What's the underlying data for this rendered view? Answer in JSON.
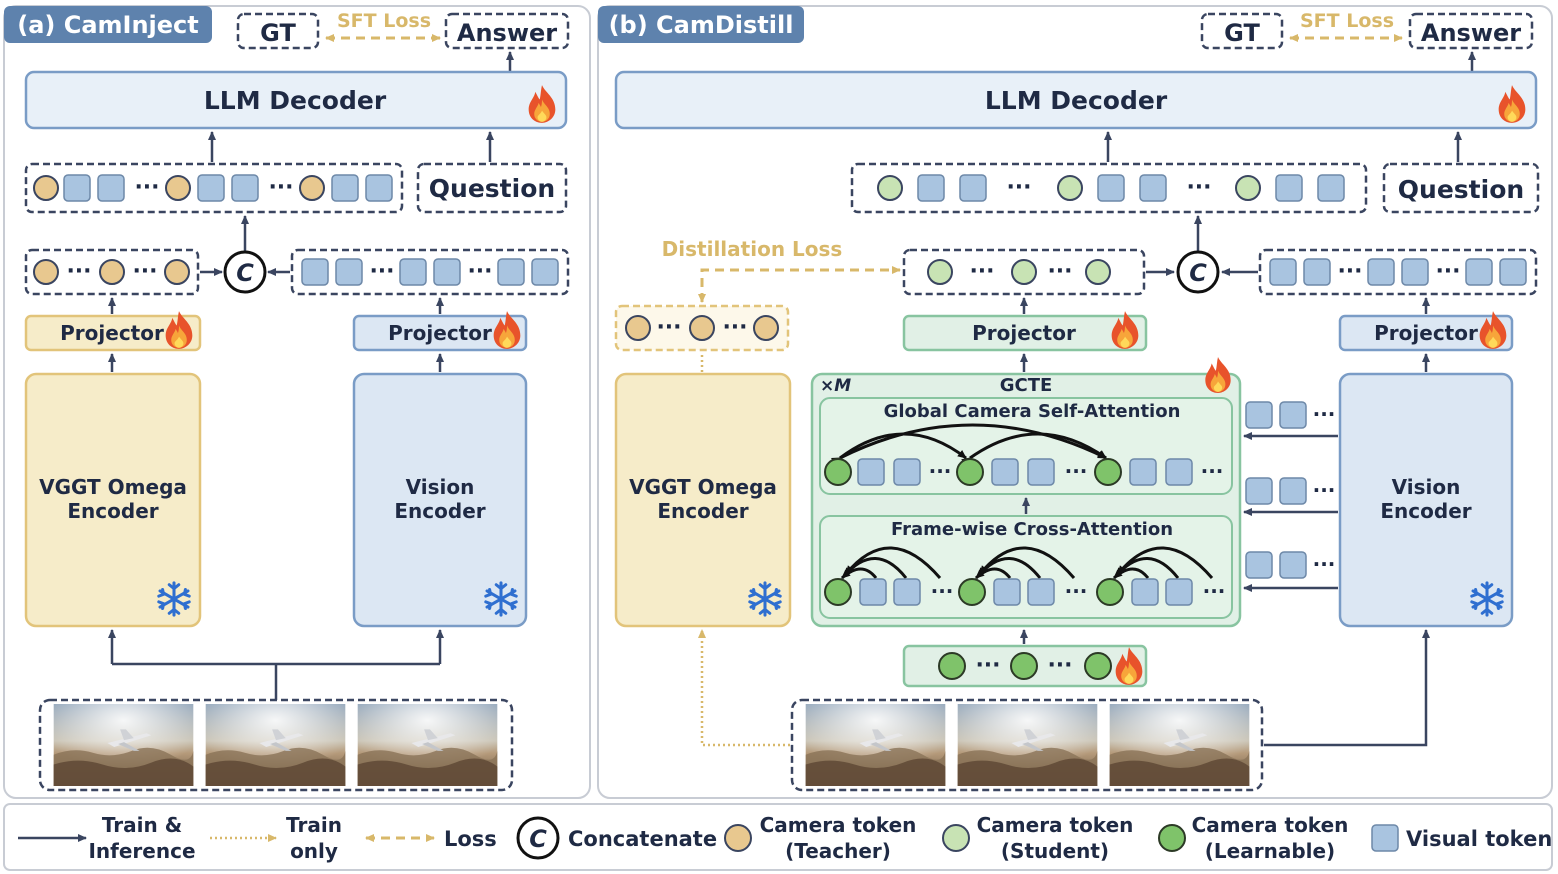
{
  "panel_a": {
    "title": "(a) CamInject",
    "gt": "GT",
    "sft_loss": "SFT Loss",
    "answer": "Answer",
    "llm_decoder": "LLM Decoder",
    "question": "Question",
    "projector_left": "Projector",
    "projector_right": "Projector",
    "vggt_line1": "VGGT Omega",
    "vggt_line2": "Encoder",
    "vision_line1": "Vision",
    "vision_line2": "Encoder",
    "concat": "C"
  },
  "panel_b": {
    "title": "(b) CamDistill",
    "gt": "GT",
    "sft_loss": "SFT Loss",
    "answer": "Answer",
    "llm_decoder": "LLM Decoder",
    "question": "Question",
    "distillation_loss": "Distillation Loss",
    "projector_mid": "Projector",
    "projector_right": "Projector",
    "vggt_line1": "VGGT Omega",
    "vggt_line2": "Encoder",
    "vision_line1": "Vision",
    "vision_line2": "Encoder",
    "repeat": "×M",
    "gcte": "GCTE",
    "global_attn": "Global Camera Self-Attention",
    "frame_attn": "Frame-wise Cross-Attention",
    "concat": "C"
  },
  "legend": {
    "train_inference_1": "Train &",
    "train_inference_2": "Inference",
    "train_only_1": "Train",
    "train_only_2": "only",
    "loss": "Loss",
    "concat_symbol": "C",
    "concatenate": "Concatenate",
    "cam_teacher_1": "Camera token",
    "cam_teacher_2": "(Teacher)",
    "cam_student_1": "Camera token",
    "cam_student_2": "(Student)",
    "cam_learnable_1": "Camera token",
    "cam_learnable_2": "(Learnable)",
    "visual_token": "Visual token"
  },
  "colors": {
    "navy": "#3a4560",
    "panel_title_bg": "#5e82ad",
    "teacher_token": "#e8c88f",
    "student_token": "#c8e3b4",
    "learnable_token": "#7fc36a",
    "visual_token": "#a9c4e0",
    "vggt_fill": "#f6ecc9",
    "vggt_stroke": "#e2c47a",
    "vision_fill": "#dce7f3",
    "vision_stroke": "#7a9cc6",
    "green_fill": "#e1f0e6",
    "green_stroke": "#88c4a0",
    "decoder_fill": "#e8f0f8",
    "loss_color": "#d8b86a"
  },
  "icons": [
    "fire-icon",
    "snowflake-icon",
    "concat-icon",
    "airplane-image"
  ]
}
